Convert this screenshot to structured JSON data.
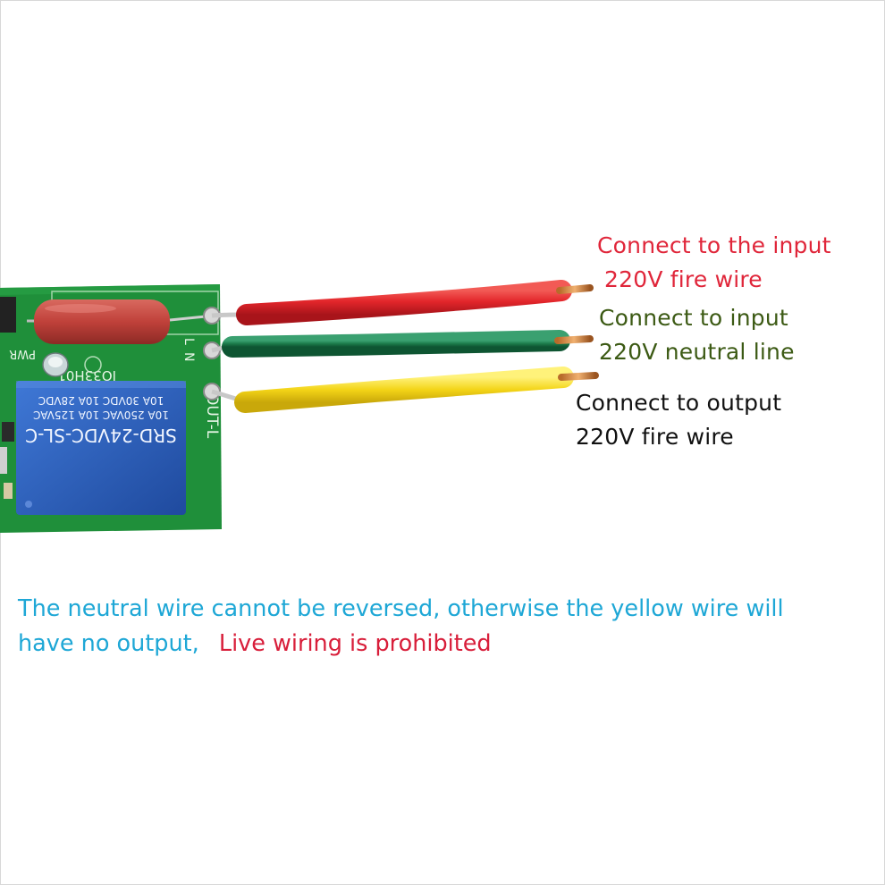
{
  "colors": {
    "red_label": "#e0263a",
    "green_label": "#3c5a14",
    "black_label": "#111111",
    "note_blue": "#1ea7d6",
    "note_red": "#d81e3a",
    "pcb_green": "#1f8f3a",
    "relay_blue": "#2b5cb8",
    "wire_red": "#e3262b",
    "wire_green": "#1b7a4a",
    "wire_yellow": "#f3d417",
    "capacitor": "#c0413a"
  },
  "labels": {
    "red": {
      "line1": "Connect to the input",
      "line2": "220V fire wire"
    },
    "green": {
      "line1": "Connect to input",
      "line2": "220V neutral line"
    },
    "black": {
      "line1": "Connect to output",
      "line2": "220V fire wire"
    }
  },
  "note": {
    "line1": "The neutral wire cannot be reversed, otherwise the yellow wire will",
    "line2": "have no output,",
    "line2_warning": "Live wiring is prohibited"
  },
  "board": {
    "relay_model": "SRD-24VDC-SL-C",
    "relay_rating_1": "10A 250VAC  10A 125VAC",
    "relay_rating_2": "10A 30VDC  10A 28VDC",
    "pcb_code": "IO33H01",
    "terminal_out": "OUT-L",
    "terminal_l": "L",
    "terminal_n": "N",
    "pwr_mark": "PWR"
  }
}
